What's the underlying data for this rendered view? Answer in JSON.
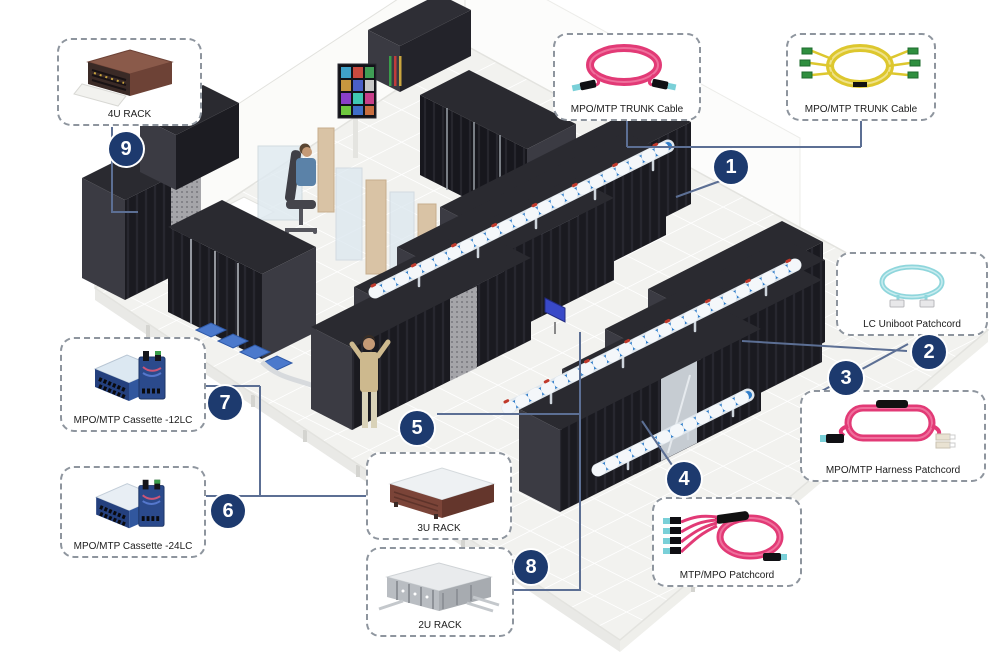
{
  "callouts": {
    "trunk_pink": {
      "label": "MPO/MTP TRUNK Cable"
    },
    "trunk_yellow": {
      "label": "MPO/MTP TRUNK Cable"
    },
    "rack_4u": {
      "label": "4U RACK"
    },
    "lc_uniboot": {
      "label": "LC Uniboot Patchcord"
    },
    "harness": {
      "label": "MPO/MTP Harness Patchcord"
    },
    "mtp_mpo": {
      "label": "MTP/MPO Patchcord"
    },
    "cassette_12lc": {
      "label": "MPO/MTP Cassette -12LC"
    },
    "cassette_24lc": {
      "label": "MPO/MTP Cassette -24LC"
    },
    "rack_3u": {
      "label": "3U RACK"
    },
    "rack_2u": {
      "label": "2U RACK"
    }
  },
  "badges": {
    "b1": "1",
    "b2": "2",
    "b3": "3",
    "b4": "4",
    "b5": "5",
    "b6": "6",
    "b7": "7",
    "b8": "8",
    "b9": "9"
  },
  "icons": {
    "trunk_pink": "pink-mpo-trunk-cable-coil",
    "trunk_yellow": "yellow-mpo-trunk-cable-coil",
    "lc_uniboot": "aqua-lc-uniboot-patchcord-coil",
    "harness": "pink-mpo-harness-patchcord",
    "mtp_mpo": "pink-mtp-mpo-breakout-patchcord",
    "cassette": "mpo-mtp-lc-cassette-module",
    "rack_4u": "4u-fiber-enclosure",
    "rack_3u": "3u-fiber-enclosure",
    "rack_2u": "2u-fiber-enclosure",
    "scene": "isometric-datacenter-hall"
  },
  "colors": {
    "badge": "#1d3a6e",
    "leader_line": "#5c6f94",
    "trunk_pink": "#e23a76",
    "trunk_yellow": "#ddc72e",
    "lc_aqua": "#8fd6dc",
    "tray_blue": "#2e7cc9",
    "callout_border": "#8e959e"
  }
}
